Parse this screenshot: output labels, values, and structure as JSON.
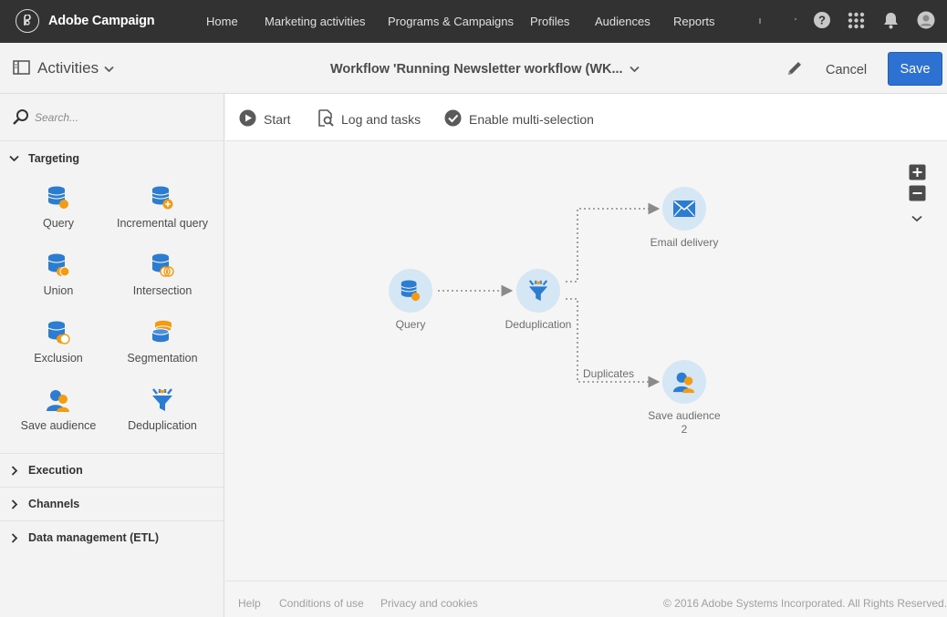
{
  "topnav": {
    "brand": "Adobe Campaign",
    "links": [
      "Home",
      "Marketing activities",
      "Programs & Campaigns",
      "Profiles",
      "Audiences",
      "Reports"
    ],
    "icons": [
      "help-icon",
      "apps-grid-icon",
      "bell-icon",
      "user-avatar-icon"
    ]
  },
  "subhead": {
    "panel_label": "Activities",
    "workflow_title": "Workflow 'Running Newsletter workflow (WK...",
    "cancel_label": "Cancel",
    "save_label": "Save",
    "accent_color": "#2d72d2"
  },
  "sidebar": {
    "search_placeholder": "Search...",
    "targeting": {
      "title": "Targeting",
      "items": [
        "Query",
        "Incremental query",
        "Union",
        "Intersection",
        "Exclusion",
        "Segmentation",
        "Save audience",
        "Deduplication"
      ]
    },
    "collapsed_sections": [
      "Execution",
      "Channels",
      "Data management (ETL)"
    ]
  },
  "toolbar": {
    "start": "Start",
    "log": "Log and tasks",
    "multi": "Enable multi-selection"
  },
  "workflow": {
    "nodes": {
      "query": "Query",
      "dedup": "Deduplication",
      "email": "Email delivery",
      "save_audience_line1": "Save audience",
      "save_audience_line2": "2"
    },
    "edge_label_duplicates": "Duplicates"
  },
  "footer": {
    "help": "Help",
    "conditions": "Conditions of use",
    "privacy": "Privacy and cookies",
    "copyright": "© 2016 Adobe Systems Incorporated. All Rights Reserved."
  }
}
